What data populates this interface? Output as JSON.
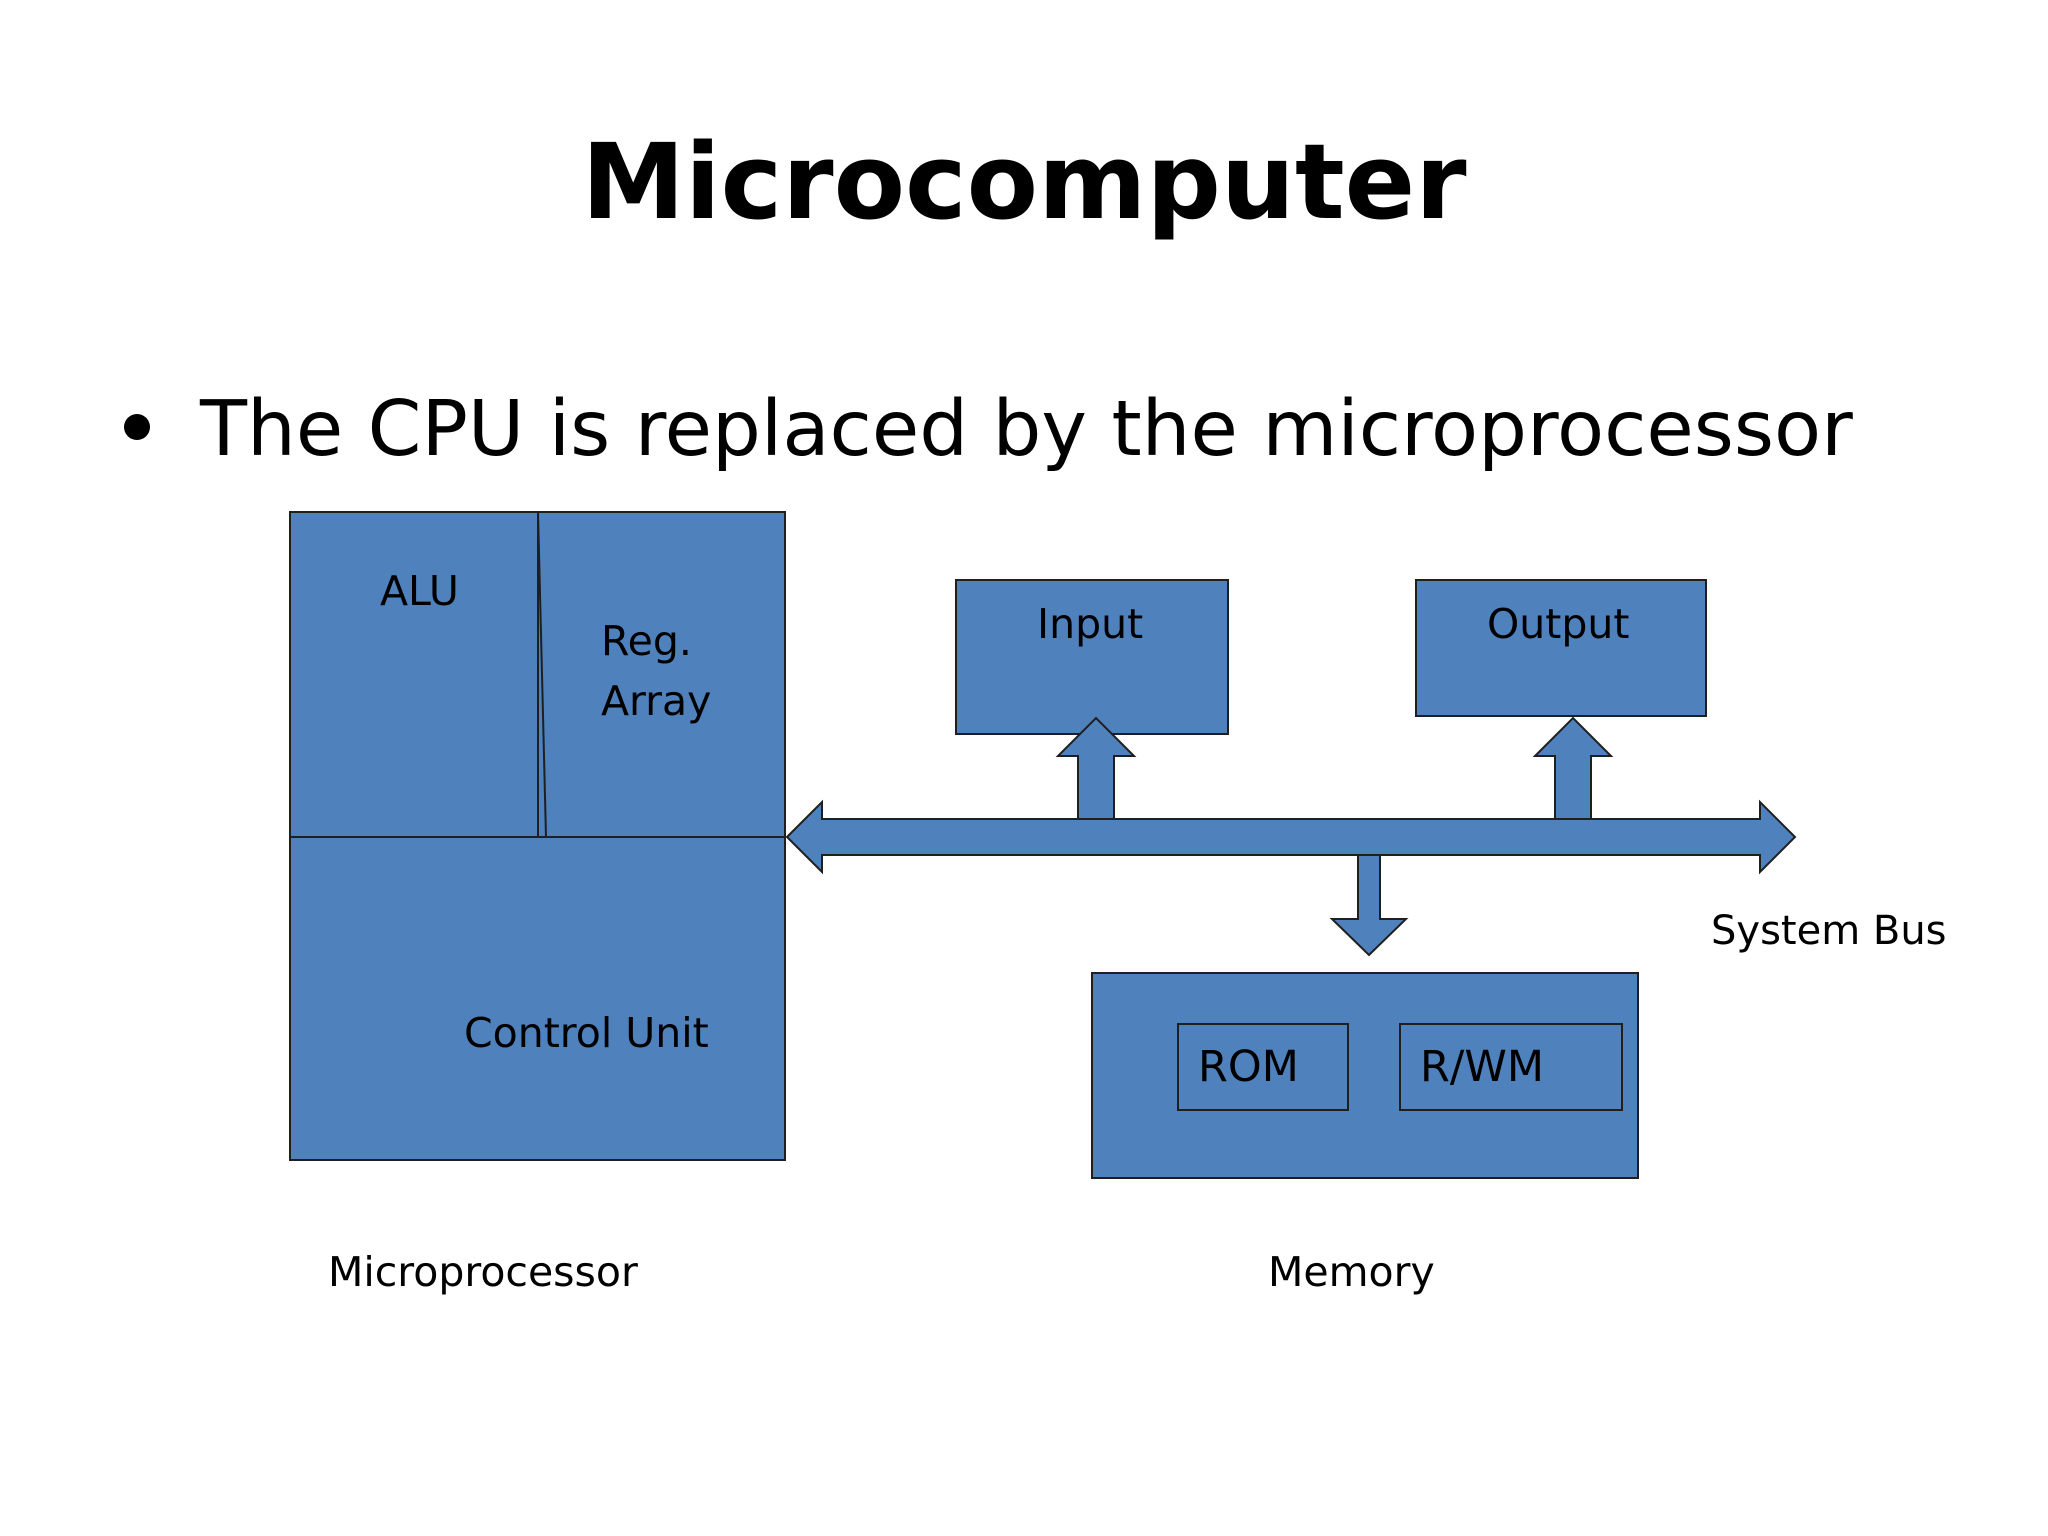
{
  "slide": {
    "title": "Microcomputer",
    "bullet": "The CPU is replaced by the microprocessor"
  },
  "diagram": {
    "fill_color": "#4f81bd",
    "stroke_color": "#1f1f1f",
    "microprocessor": {
      "alu": "ALU",
      "reg_line1": "Reg.",
      "reg_line2": "Array",
      "control_unit": "Control Unit",
      "caption": "Microprocessor"
    },
    "input": "Input",
    "output": "Output",
    "system_bus": "System Bus",
    "memory": {
      "rom": "ROM",
      "rwm": "R/WM",
      "caption": "Memory"
    }
  }
}
